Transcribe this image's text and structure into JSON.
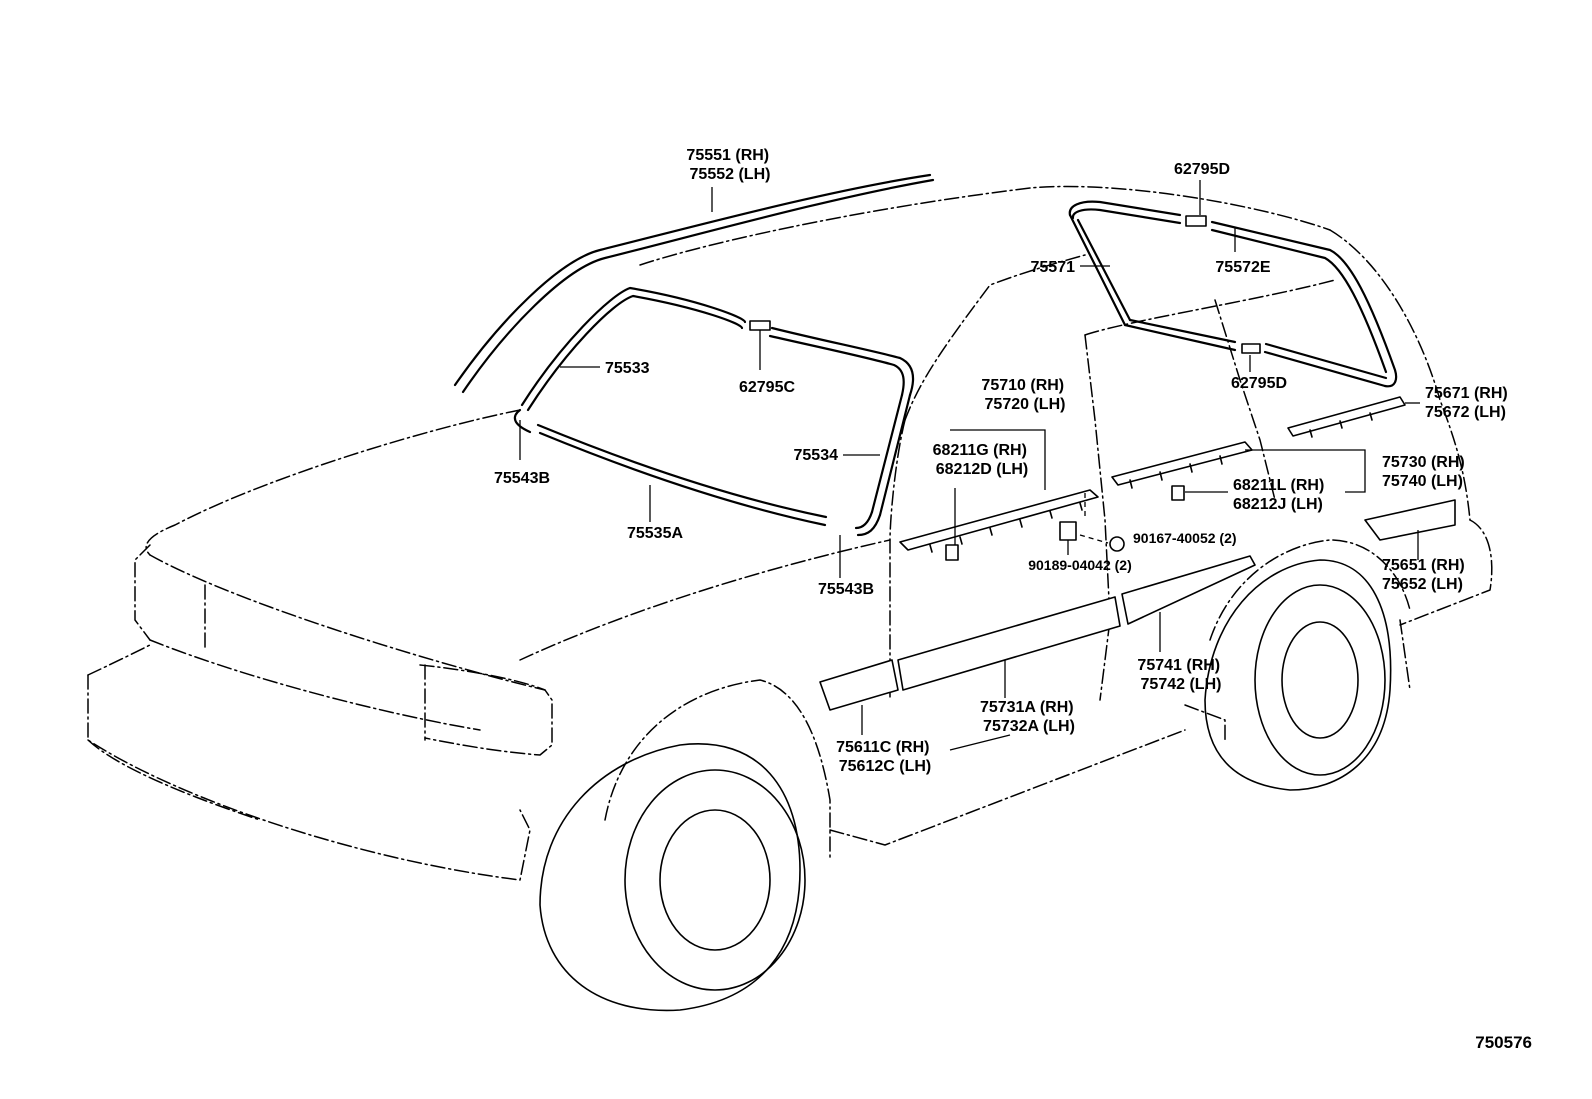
{
  "diagram": {
    "reference_number": "750576",
    "callouts": {
      "c75551": [
        "75551 (RH)",
        "75552 (LH)"
      ],
      "c62795d_top": [
        "62795D"
      ],
      "c75571": [
        "75571"
      ],
      "c75572e": [
        "75572E"
      ],
      "c75533": [
        "75533"
      ],
      "c62795c": [
        "62795C"
      ],
      "c62795d_low": [
        "62795D"
      ],
      "c75671": [
        "75671 (RH)",
        "75672 (LH)"
      ],
      "c75710": [
        "75710 (RH)",
        "75720 (LH)"
      ],
      "c68211g": [
        "68211G (RH)",
        "68212D (LH)"
      ],
      "c75534": [
        "75534"
      ],
      "c75543b_left": [
        "75543B"
      ],
      "c75535a": [
        "75535A"
      ],
      "c75543b_right": [
        "75543B"
      ],
      "c75730": [
        "75730 (RH)",
        "75740 (LH)"
      ],
      "c68211l": [
        "68211L (RH)",
        "68212J (LH)"
      ],
      "c90167": [
        "90167-40052 (2)"
      ],
      "c90189": [
        "90189-04042 (2)"
      ],
      "c75651": [
        "75651 (RH)",
        "75652 (LH)"
      ],
      "c75741": [
        "75741 (RH)",
        "75742 (LH)"
      ],
      "c75731a": [
        "75731A (RH)",
        "75732A (LH)"
      ],
      "c75611c": [
        "75611C (RH)",
        "75612C (LH)"
      ]
    }
  }
}
